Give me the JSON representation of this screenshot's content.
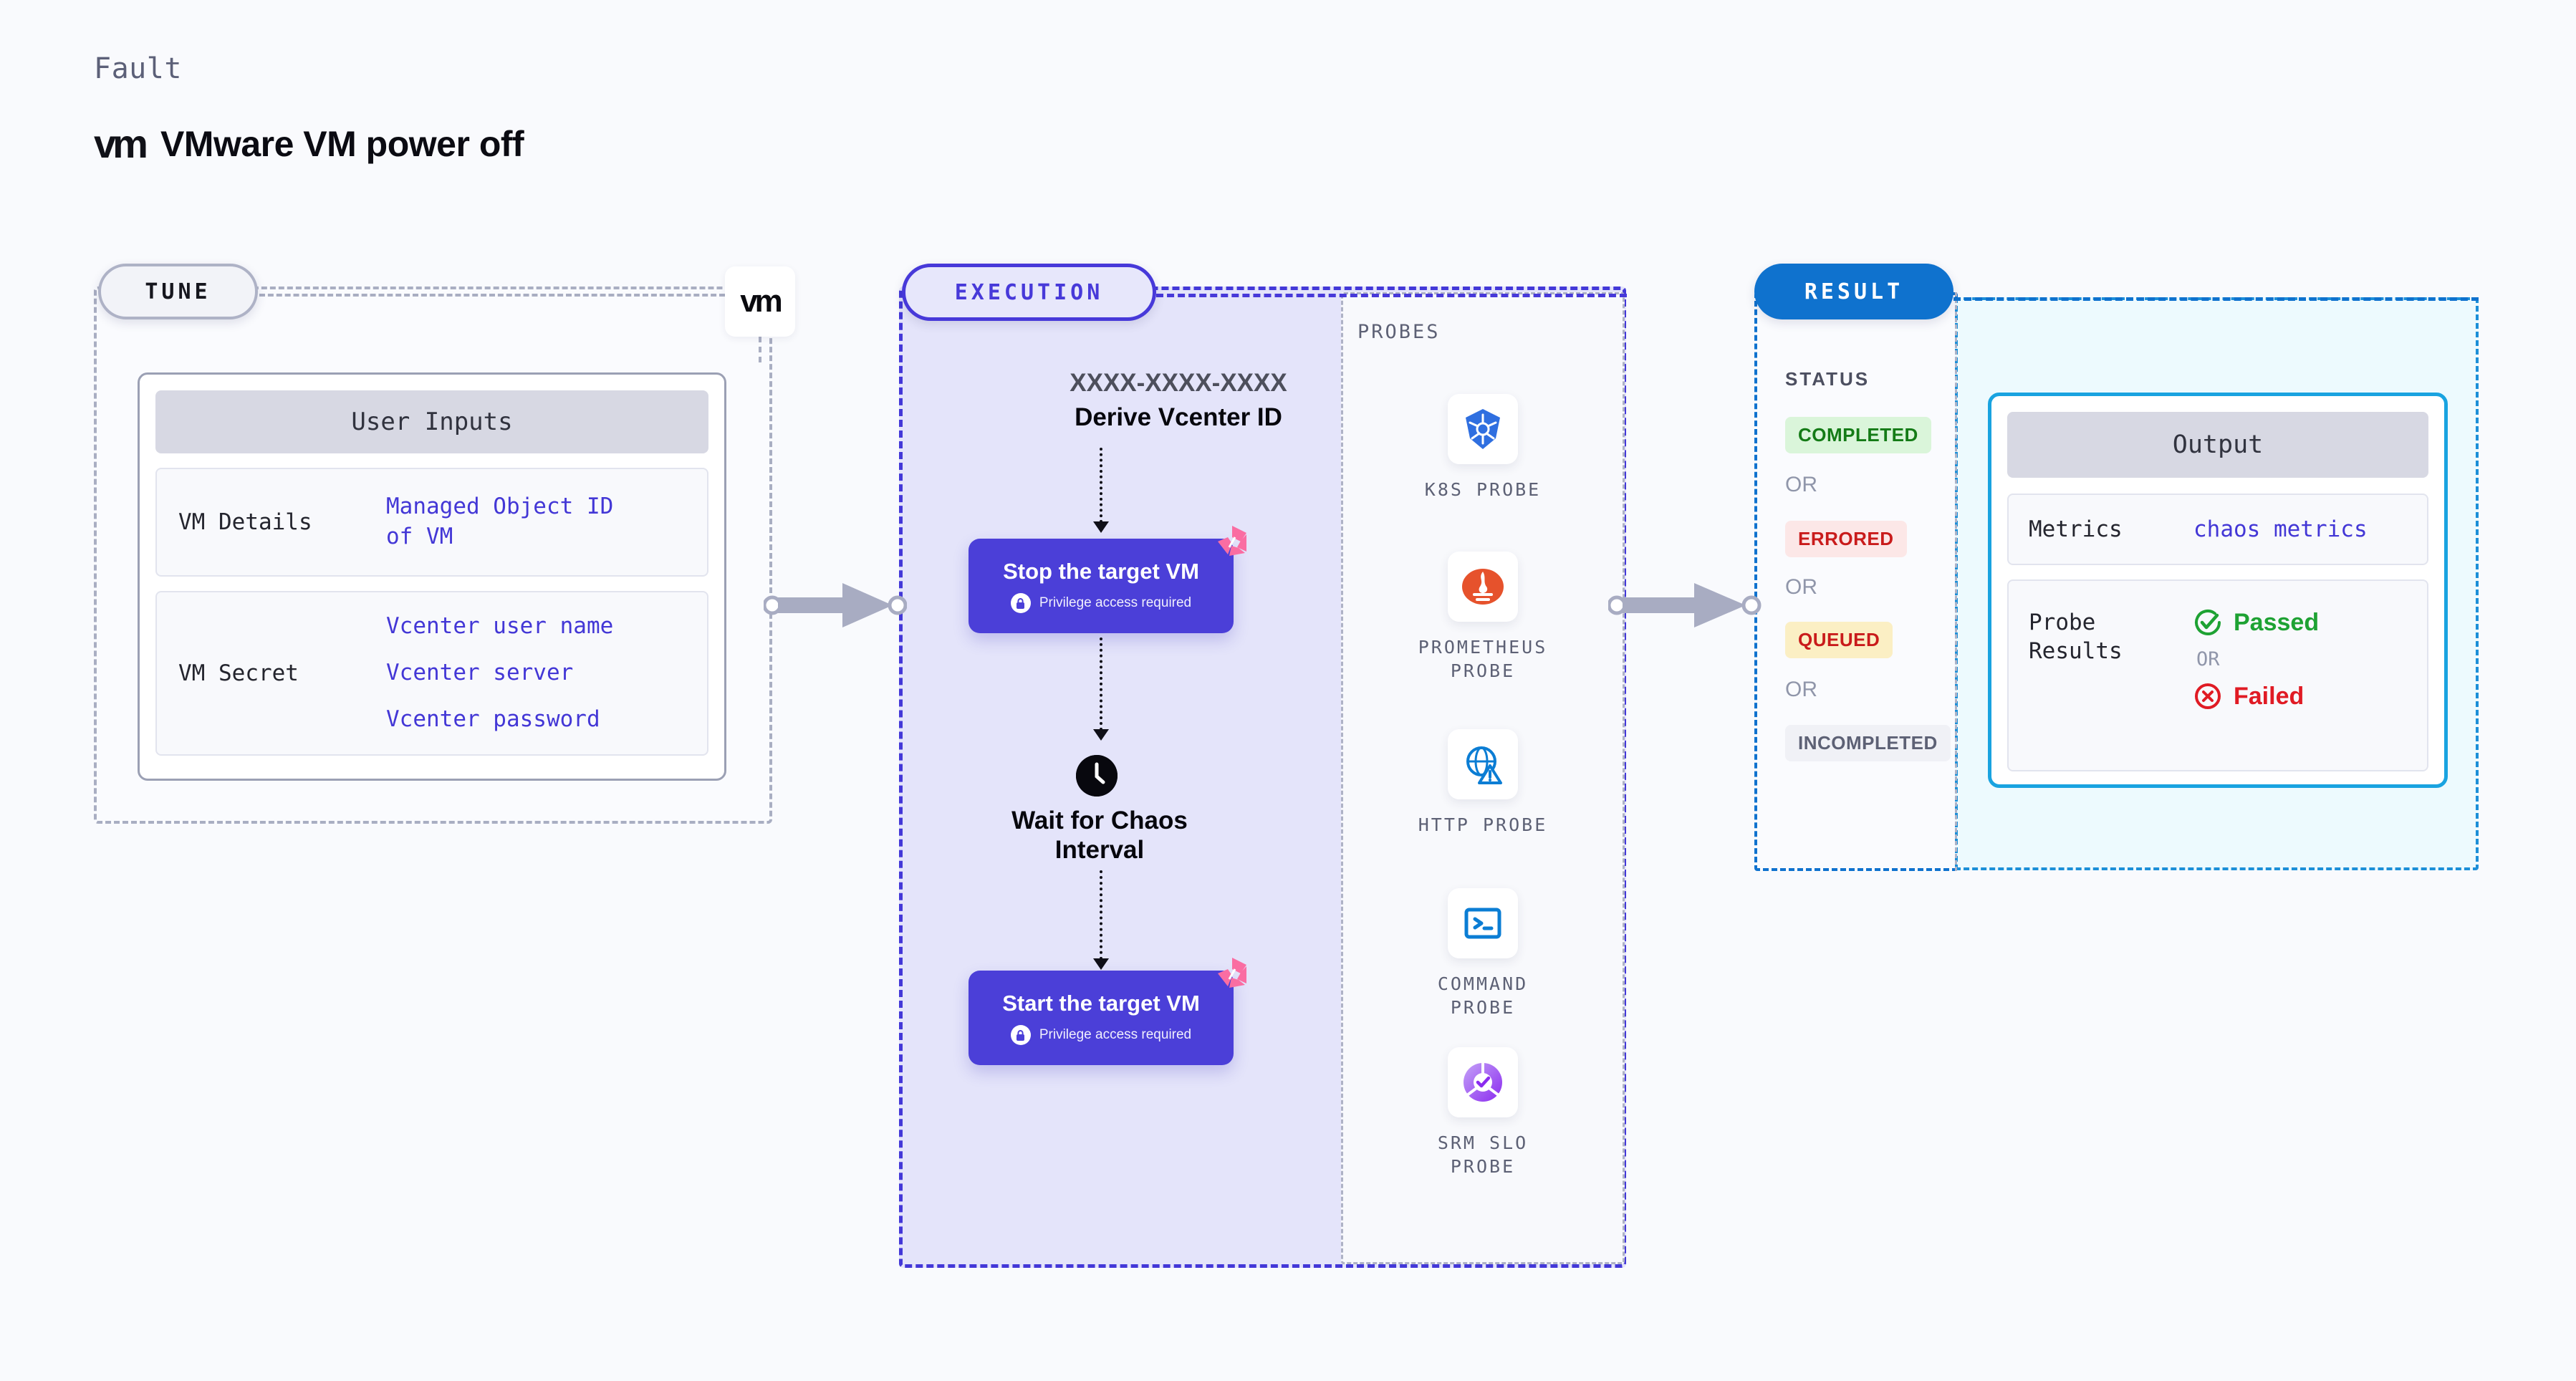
{
  "header": {
    "eyebrow": "Fault",
    "logo_text": "vm",
    "title": "VMware VM power off"
  },
  "tune": {
    "badge": "TUNE",
    "logo_chip": "vm",
    "card_title": "User Inputs",
    "rows": [
      {
        "key": "VM Details",
        "values": [
          "Managed Object ID",
          "of VM"
        ]
      },
      {
        "key": "VM Secret",
        "values": [
          "Vcenter user name",
          "Vcenter server",
          "Vcenter password"
        ]
      }
    ]
  },
  "execution": {
    "badge": "EXECUTION",
    "run_id": "XXXX-XXXX-XXXX",
    "run_subtitle": "Derive Vcenter ID",
    "steps": [
      {
        "title": "Stop the target VM",
        "privilege": "Privilege access required"
      },
      {
        "title": "Start the target VM",
        "privilege": "Privilege access required"
      }
    ],
    "wait_label": "Wait for Chaos\nInterval",
    "wait_line1": "Wait for Chaos",
    "wait_line2": "Interval"
  },
  "probes": {
    "label": "PROBES",
    "items": [
      {
        "name_line1": "K8S  PROBE",
        "name_line2": "",
        "icon": "kubernetes-icon"
      },
      {
        "name_line1": "PROMETHEUS",
        "name_line2": "PROBE",
        "icon": "prometheus-icon"
      },
      {
        "name_line1": "HTTP  PROBE",
        "name_line2": "",
        "icon": "http-globe-warning-icon"
      },
      {
        "name_line1": "COMMAND",
        "name_line2": "PROBE",
        "icon": "terminal-icon"
      },
      {
        "name_line1": "SRM  SLO",
        "name_line2": "PROBE",
        "icon": "srm-slo-icon"
      }
    ]
  },
  "result": {
    "badge": "RESULT",
    "status_label": "STATUS",
    "or_label": "OR",
    "statuses": [
      {
        "label": "COMPLETED",
        "bg": "#DAF5DA",
        "color": "#147B16"
      },
      {
        "label": "ERRORED",
        "bg": "#FCE7E7",
        "color": "#C91B1B"
      },
      {
        "label": "QUEUED",
        "bg": "#FBEFC4",
        "color": "#C91B1B"
      },
      {
        "label": "INCOMPLETED",
        "bg": "#F0F1F6",
        "color": "#5D6175"
      }
    ]
  },
  "output": {
    "card_title": "Output",
    "metrics_key": "Metrics",
    "metrics_value": "chaos metrics",
    "probe_results_key": "Probe\nResults",
    "probe_results_key_line1": "Probe",
    "probe_results_key_line2": "Results",
    "passed_label": "Passed",
    "failed_label": "Failed",
    "or_label": "OR"
  },
  "colors": {
    "indigo": "#4739D9",
    "blue": "#0F72CE",
    "cyan": "#19A3E0",
    "pink": "#FA6DA2",
    "green": "#1EA233",
    "red": "#E01B24"
  }
}
